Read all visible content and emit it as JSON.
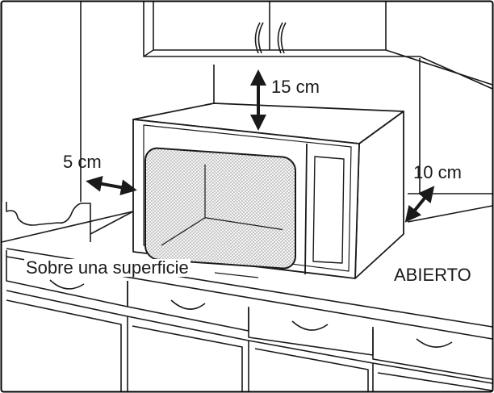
{
  "labels": {
    "top_clearance": "15 cm",
    "side_clearance": "5 cm",
    "rear_clearance": "10 cm",
    "surface_note": "Sobre una superficie",
    "open_note": "ABIERTO"
  },
  "colors": {
    "line": "#1a1a1a",
    "frame": "#000000",
    "background": "#ffffff",
    "mesh": "#cfcfcf"
  }
}
